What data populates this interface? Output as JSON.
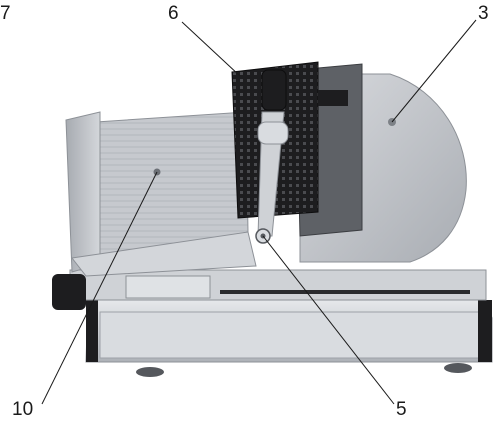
{
  "callouts": {
    "c7": "7",
    "c6": "6",
    "c3": "3",
    "c10": "10",
    "c5": "5"
  },
  "colors": {
    "metal": "#c9ccd0",
    "metal_dark": "#8d9197",
    "black": "#1d1d1f",
    "blade": "#b9bcc1",
    "leader": "#1a1a1a"
  }
}
